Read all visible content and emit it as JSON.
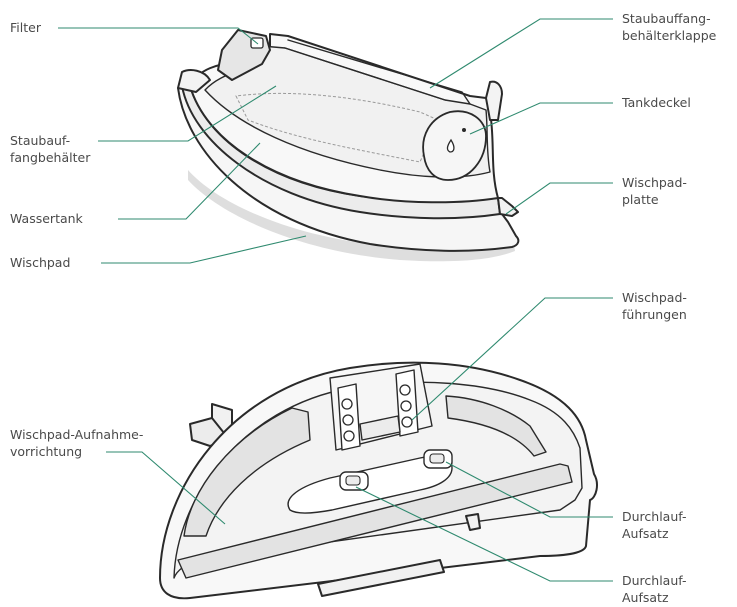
{
  "labels": {
    "filter": [
      "Filter"
    ],
    "staubauffangbehaelter": [
      "Staubauf-",
      "fangbehälter"
    ],
    "wassertank": [
      "Wassertank"
    ],
    "wischpad": [
      "Wischpad"
    ],
    "klappe": [
      "Staubauffang-",
      "behälterklappe"
    ],
    "tankdeckel": [
      "Tankdeckel"
    ],
    "wischpadplatte": [
      "Wischpad-",
      "platte"
    ],
    "fuehrungen": [
      "Wischpad-",
      "führungen"
    ],
    "aufnahme": [
      "Wischpad-Aufnahme-",
      "vorrichtung"
    ],
    "durchlauf1": [
      "Durchlauf-",
      "Aufsatz"
    ],
    "durchlauf2": [
      "Durchlauf-",
      "Aufsatz"
    ]
  },
  "colors": {
    "leader": "#2f8a6f",
    "outline": "#2a2a2a",
    "body_fill": "#f7f7f7",
    "shadow": "#dedede",
    "pad_fill": "#e3e3e3"
  }
}
